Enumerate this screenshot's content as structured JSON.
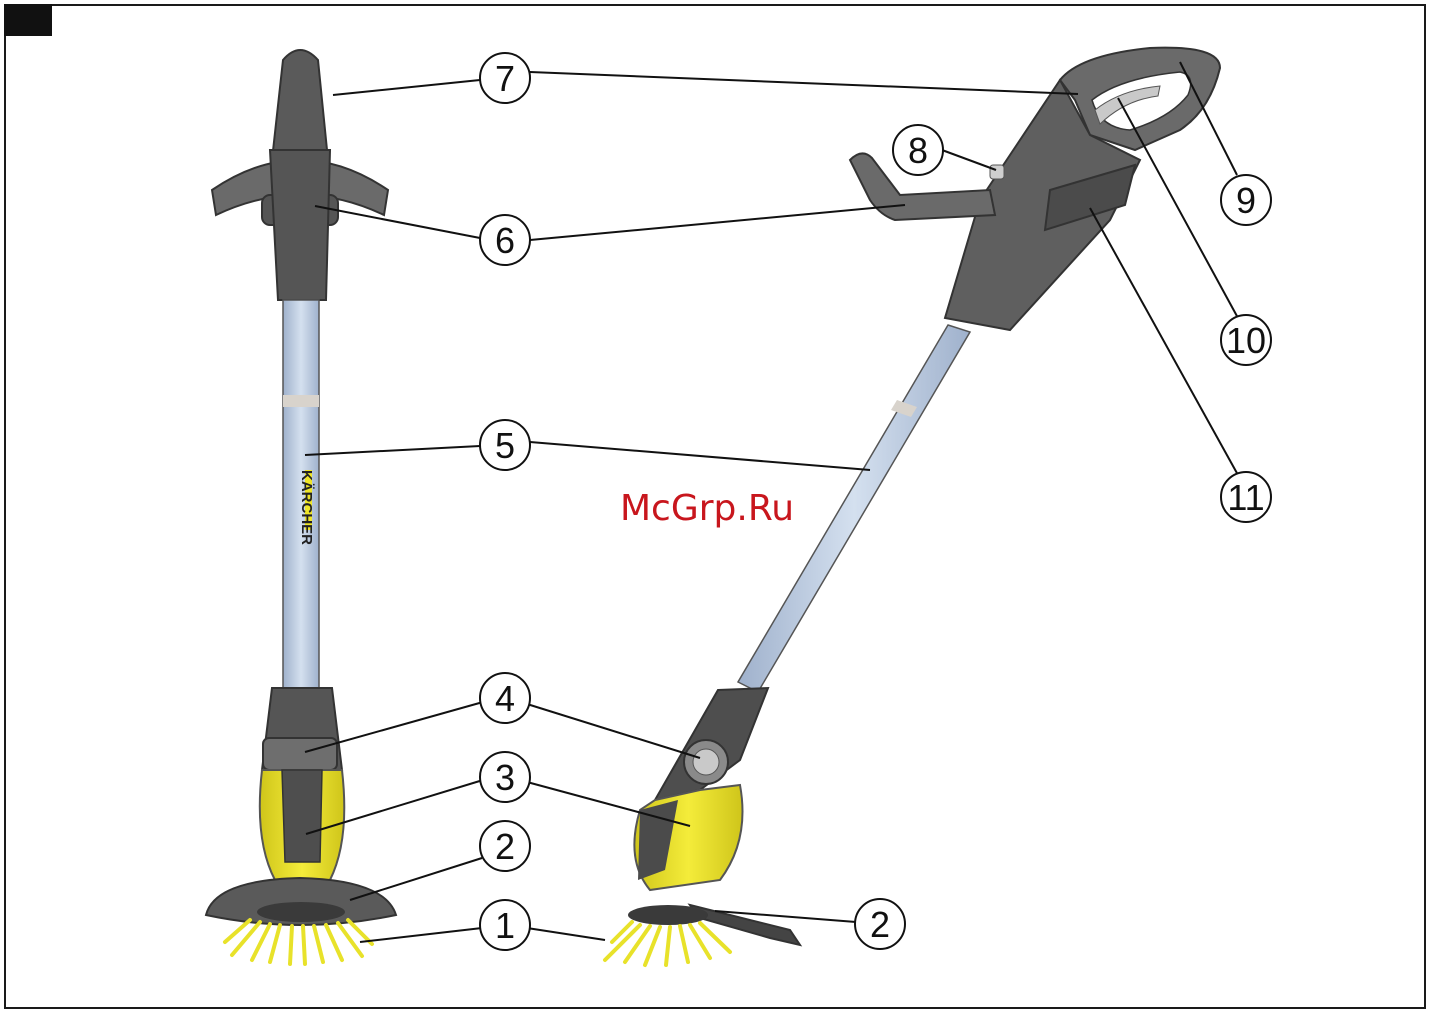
{
  "brand_text": "KÄRCHER",
  "watermark": "McGrp.Ru",
  "colors": {
    "housing_grey": "#5f5f5f",
    "housing_dark": "#3d3d3d",
    "shaft_blue": "#b9c9df",
    "accent_yellow": "#efe629",
    "watermark_red": "#c8161d"
  },
  "callouts": [
    {
      "id": "7",
      "label": "7"
    },
    {
      "id": "6",
      "label": "6"
    },
    {
      "id": "5",
      "label": "5"
    },
    {
      "id": "4L",
      "label": "4"
    },
    {
      "id": "3L",
      "label": "3"
    },
    {
      "id": "2L",
      "label": "2"
    },
    {
      "id": "1",
      "label": "1"
    },
    {
      "id": "8",
      "label": "8"
    },
    {
      "id": "9",
      "label": "9"
    },
    {
      "id": "10",
      "label": "10"
    },
    {
      "id": "11",
      "label": "11"
    },
    {
      "id": "2R",
      "label": "2"
    }
  ]
}
